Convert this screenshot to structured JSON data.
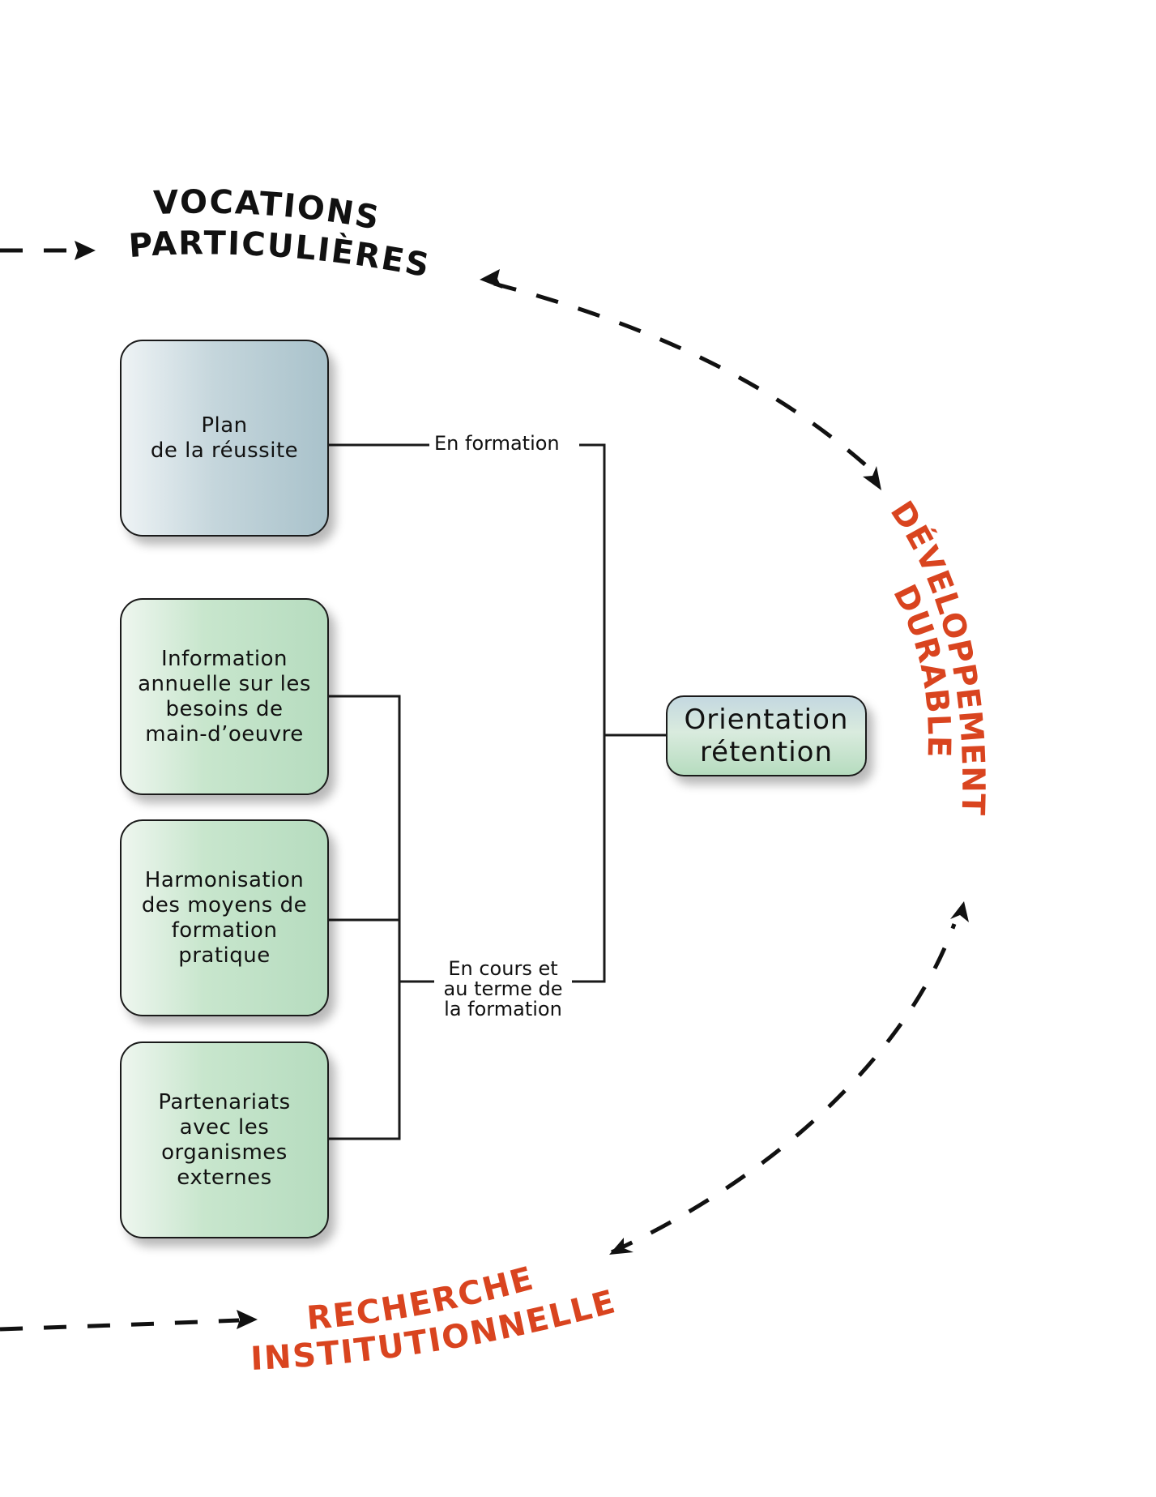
{
  "colors": {
    "connector": "#1a1a1a",
    "arrow": "#111111",
    "accent_red": "#d9441f",
    "dark_text": "#111111",
    "plan_box": "#a9c2cb",
    "green_box": "#b6dcbf"
  },
  "cycle": {
    "vocations": "VOCATIONS",
    "particulieres": "PARTICULIÈRES",
    "developpement": "DÉVELOPPEMENT",
    "durable": "DURABLE",
    "recherche": "RECHERCHE",
    "institutionnelle": "INSTITUTIONNELLE"
  },
  "boxes": {
    "plan": "Plan\nde la réussite",
    "info": "Information\nannuelle sur les\nbesoins de\nmain-d’oeuvre",
    "harmo": "Harmonisation\ndes moyens de\nformation\npratique",
    "parte": "Partenariats\navec les\norganismes\nexternes",
    "orientation": "Orientation\nrétention"
  },
  "connector_labels": {
    "en_formation": "En formation",
    "en_cours": "En cours et\nau terme de\nla formation"
  }
}
